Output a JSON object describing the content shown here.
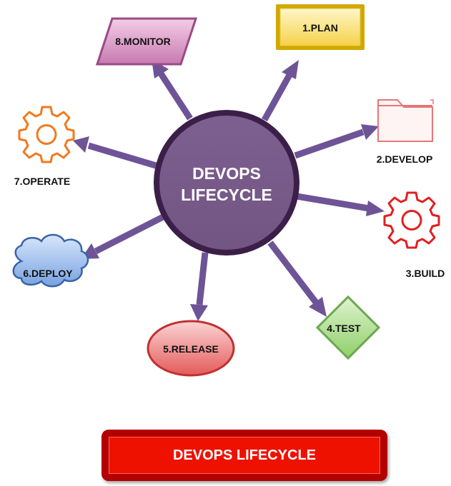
{
  "center": {
    "line1": "DEVOPS",
    "line2": "LIFECYCLE"
  },
  "stages": {
    "plan": "1.PLAN",
    "develop": "2.DEVELOP",
    "build": "3.BUILD",
    "test": "4.TEST",
    "release": "5.RELEASE",
    "deploy": "6.DEPLOY",
    "operate": "7.OPERATE",
    "monitor": "8.MONITOR"
  },
  "banner": {
    "title": "DEVOPS LIFECYCLE"
  },
  "colors": {
    "center_fill": "#7a5a8a",
    "center_border": "#3b1f48",
    "arrow": "#6e5496",
    "plan": "#f7d24a",
    "develop": "#e87070",
    "build": "#e02020",
    "test": "#8fcf6a",
    "release": "#e86060",
    "deploy": "#7aa6e0",
    "operate": "#f07a20",
    "monitor": "#c77ab0",
    "banner": "#ee1100"
  },
  "icons": {
    "develop": "folder-icon",
    "build": "gear-icon",
    "operate": "gear-icon"
  }
}
